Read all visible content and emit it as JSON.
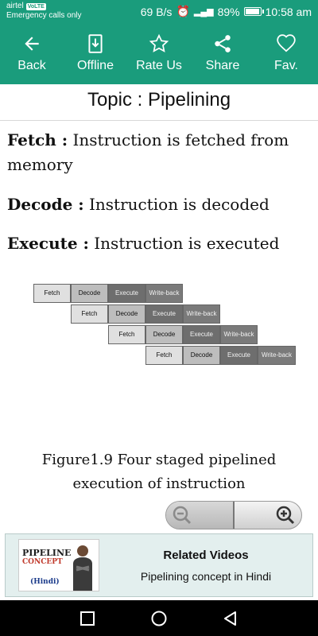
{
  "status_bar": {
    "carrier": "airtel",
    "carrier_badge": "VoLTE",
    "emergency": "Emergency calls only",
    "net_speed": "69 B/s",
    "battery": "89%",
    "battery_level": 0.89,
    "time": "10:58 am"
  },
  "toolbar": {
    "back": "Back",
    "offline": "Offline",
    "rate": "Rate Us",
    "share": "Share",
    "fav": "Fav."
  },
  "topic": "Topic : Pipelining",
  "definitions": [
    {
      "term": "Fetch :",
      "text": " Instruction is fetched from memory"
    },
    {
      "term": "Decode :",
      "text": " Instruction is decoded"
    },
    {
      "term": "Execute :",
      "text": " Instruction is executed"
    }
  ],
  "pipeline": {
    "rows": [
      [
        "Fetch",
        "Decode",
        "Execute",
        "Write-back"
      ],
      [
        "Fetch",
        "Decode",
        "Execute",
        "Write-back"
      ],
      [
        "Fetch",
        "Decode",
        "Execute",
        "Write-back"
      ],
      [
        "Fetch",
        "Decode",
        "Execute",
        "Write-back"
      ]
    ]
  },
  "caption_line1": "Figure1.9 Four staged pipelined",
  "caption_line2": "execution of instruction",
  "related": {
    "title": "Related Videos",
    "subtitle": "Pipelining concept in Hindi",
    "thumb_line1": "PIPELINE",
    "thumb_line2": "CONCEPT",
    "thumb_line3": "(Hindi)"
  },
  "colors": {
    "accent": "#1a9c7c",
    "banner_bg": "#e3efee"
  }
}
